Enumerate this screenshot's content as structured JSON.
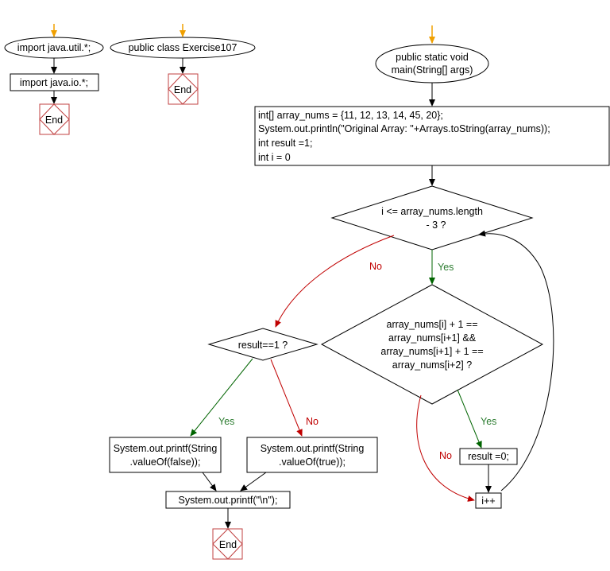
{
  "colors": {
    "start_arrow": "#f0a000",
    "end_box": "#c04040",
    "yes_path": "#006400",
    "no_path": "#c00000",
    "yes_label": "#2e7d32",
    "no_label": "#c00000",
    "stroke": "#000000"
  },
  "flow1": {
    "start": "import java.util.*;",
    "step": "import java.io.*;",
    "end": "End"
  },
  "flow2": {
    "start": "public class Exercise107",
    "end": "End"
  },
  "main": {
    "start_line1": "public static void",
    "start_line2": "main(String[] args)",
    "init": [
      "int[] array_nums = {11, 12, 13, 14, 45, 20};",
      "System.out.println(\"Original Array: \"+Arrays.toString(array_nums));",
      "int result =1;",
      "int i = 0"
    ],
    "loop_cond_line1": "i <= array_nums.length",
    "loop_cond_line2": "- 3 ?",
    "check_lines": [
      "array_nums[i] + 1 ==",
      "array_nums[i+1] &&",
      "array_nums[i+1] + 1 ==",
      "array_nums[i+2] ?"
    ],
    "result_cond": "result==1 ?",
    "print_false_line1": "System.out.printf(String",
    "print_false_line2": ".valueOf(false));",
    "print_true_line1": "System.out.printf(String",
    "print_true_line2": ".valueOf(true));",
    "print_newline": "System.out.printf(\"\\n\");",
    "set_result": "result =0;",
    "increment": "i++",
    "end": "End"
  },
  "labels": {
    "yes": "Yes",
    "no": "No"
  }
}
